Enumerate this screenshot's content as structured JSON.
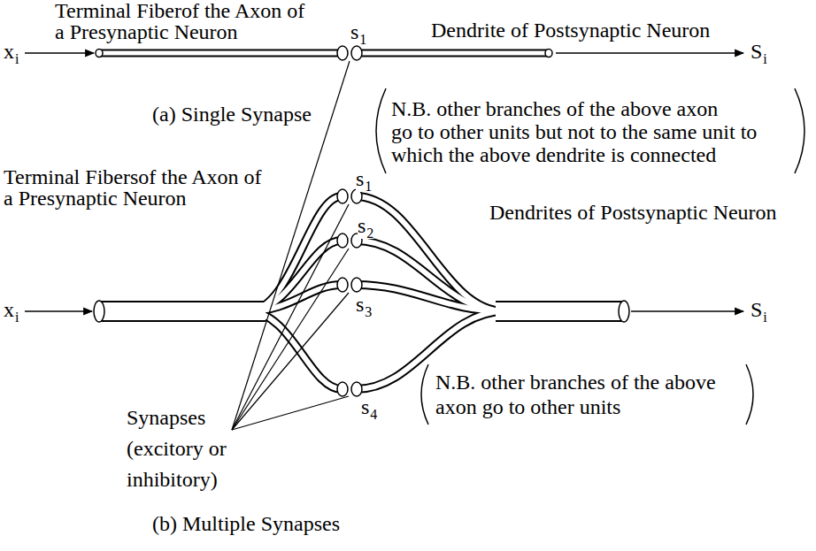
{
  "diagram": {
    "labels": [
      "Terminal Fiberof the Axon of a Presynaptic Neuron",
      "s1",
      "Dendrite of Postsynaptic Neuron",
      "xi",
      "Si",
      "(a) Single Synapse",
      "N.B. other branches of the above axon go to other units but not to the same unit to which the above dendrite is connected",
      "Terminal Fibersof the Axon of a Presynaptic Neuron",
      "s1",
      "Dendrites of Postsynaptic Neuron",
      "s2",
      "xi",
      "Si",
      "s3",
      "Synapses (excitory or inhibitory)",
      "s4",
      "N.B. other branches of the above axon go to other units",
      "(b) Multiple Synapses"
    ]
  }
}
